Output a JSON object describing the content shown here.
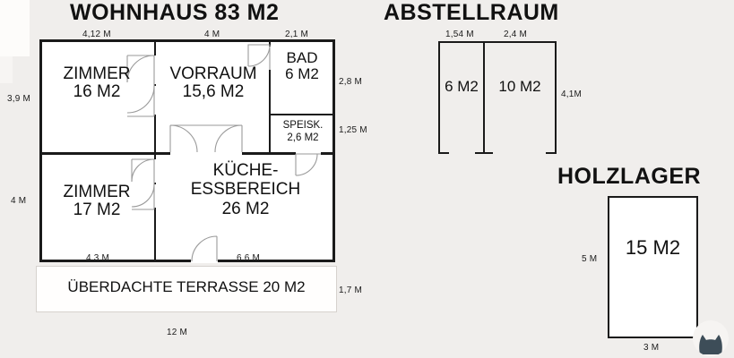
{
  "page": {
    "background_color": "#f0eeec",
    "line_color": "#1a1a1a"
  },
  "plans": [
    {
      "id": "wohnhaus",
      "title": "WOHNHAUS 83 M2",
      "rooms": [
        {
          "name": "ZIMMER",
          "area": "16 M2"
        },
        {
          "name": "VORRAUM",
          "area": "15,6 M2"
        },
        {
          "name": "BAD",
          "area": "6 M2"
        },
        {
          "name": "SPEISK.",
          "area": "2,6 M2"
        },
        {
          "name": "ZIMMER",
          "area": "17 M2"
        },
        {
          "name": "KÜCHE-",
          "name2": "ESSBEREICH",
          "area": "26 M2"
        },
        {
          "name": "ÜBERDACHTE TERRASSE 20 M2",
          "area": ""
        }
      ],
      "dimensions": {
        "top": [
          "4,12 M",
          "4 M",
          "2,1 M"
        ],
        "right": [
          "2,8 M",
          "1,25 M",
          "1,7 M"
        ],
        "left": [
          "3,9 M",
          "4 M"
        ],
        "inner_bottom": [
          "4,3 M",
          "6,6 M"
        ],
        "bottom": [
          "12 M"
        ]
      }
    },
    {
      "id": "abstellraum",
      "title": "ABSTELLRAUM",
      "rooms": [
        {
          "name": "",
          "area": "6 M2"
        },
        {
          "name": "",
          "area": "10 M2"
        }
      ],
      "dimensions": {
        "top": [
          "1,54 M",
          "2,4 M"
        ],
        "right": [
          "4,1M"
        ]
      }
    },
    {
      "id": "holzlager",
      "title": "HOLZLAGER",
      "rooms": [
        {
          "name": "",
          "area": "15 M2"
        }
      ],
      "dimensions": {
        "left": [
          "5 M"
        ],
        "bottom": [
          "3 M"
        ]
      }
    }
  ],
  "watermark": {
    "icon": "cat-logo-icon"
  }
}
